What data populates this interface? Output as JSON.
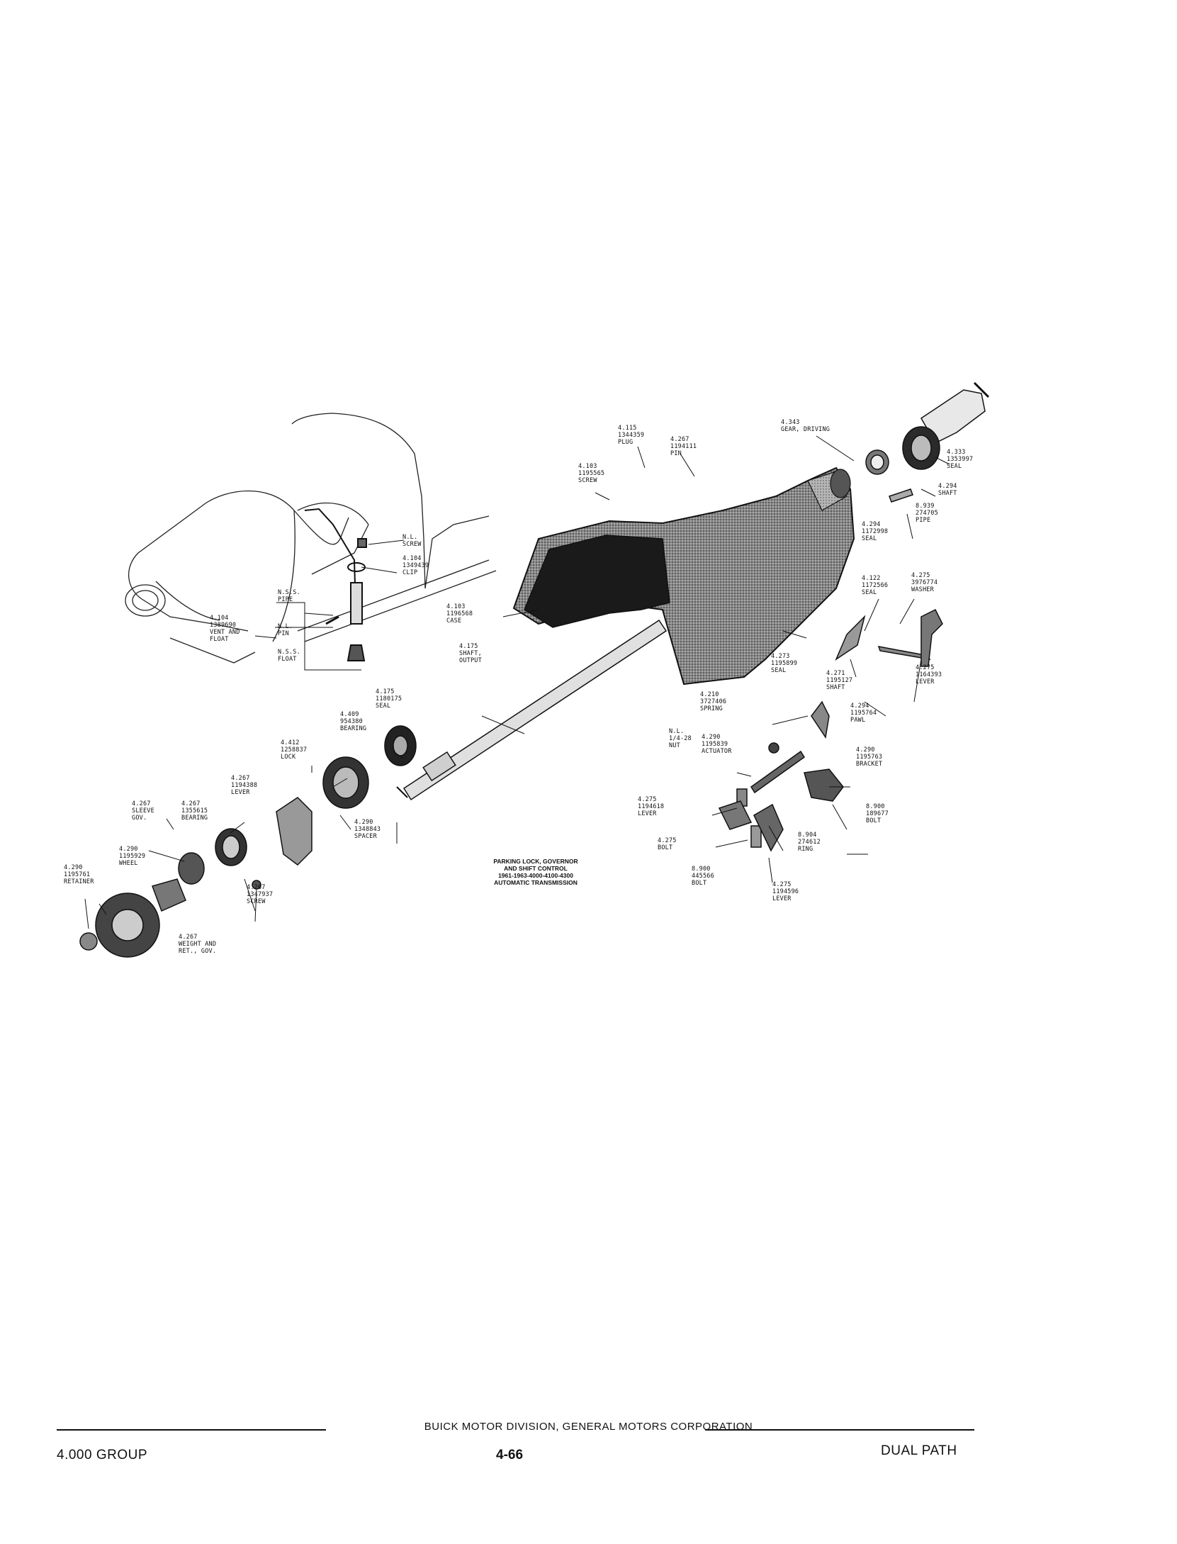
{
  "page": {
    "caption": [
      "PARKING LOCK, GOVERNOR",
      "AND SHIFT CONTROL",
      "1961-1963-4000-4100-4300",
      "AUTOMATIC TRANSMISSION"
    ],
    "footer": {
      "title": "BUICK MOTOR DIVISION, GENERAL MOTORS CORPORATION",
      "left": "4.000 GROUP",
      "center": "4-66",
      "right": "DUAL PATH"
    }
  },
  "callouts": [
    {
      "id": "nl-screw",
      "lines": [
        "N.L.",
        "SCREW"
      ]
    },
    {
      "id": "clip",
      "lines": [
        "4.104",
        "1349439",
        "CLIP"
      ]
    },
    {
      "id": "nss-pipe",
      "lines": [
        "N.S.S.",
        "PIPE"
      ]
    },
    {
      "id": "vent-float",
      "lines": [
        "4.104",
        "1389690",
        "VENT AND",
        "FLOAT"
      ]
    },
    {
      "id": "nl-pin",
      "lines": [
        "N.L.",
        "PIN"
      ]
    },
    {
      "id": "nss-float",
      "lines": [
        "N.S.S.",
        "FLOAT"
      ]
    },
    {
      "id": "plug",
      "lines": [
        "4.115",
        "1344359",
        "PLUG"
      ]
    },
    {
      "id": "pin",
      "lines": [
        "4.267",
        "1194111",
        "PIN"
      ]
    },
    {
      "id": "screw-case",
      "lines": [
        "4.103",
        "1195565",
        "SCREW"
      ]
    },
    {
      "id": "case",
      "lines": [
        "4.103",
        "1196568",
        "CASE"
      ]
    },
    {
      "id": "gear-driving",
      "lines": [
        "4.343",
        "GEAR, DRIVING"
      ]
    },
    {
      "id": "seal-rear",
      "lines": [
        "4.333",
        "1353997",
        "SEAL"
      ]
    },
    {
      "id": "shaft-upper",
      "lines": [
        "4.294",
        "SHAFT"
      ]
    },
    {
      "id": "pipe-rear",
      "lines": [
        "8.939",
        "274705",
        "PIPE"
      ]
    },
    {
      "id": "seal-1172998",
      "lines": [
        "4.294",
        "1172998",
        "SEAL"
      ]
    },
    {
      "id": "seal-1172566",
      "lines": [
        "4.122",
        "1172566",
        "SEAL"
      ]
    },
    {
      "id": "washer",
      "lines": [
        "4.275",
        "3976774",
        "WASHER"
      ]
    },
    {
      "id": "seal-1195899",
      "lines": [
        "4.273",
        "1195899",
        "SEAL"
      ]
    },
    {
      "id": "shaft-1195127",
      "lines": [
        "4.271",
        "1195127",
        "SHAFT"
      ]
    },
    {
      "id": "lever-1164393",
      "lines": [
        "4.275",
        "1164393",
        "LEVER"
      ]
    },
    {
      "id": "shaft-output",
      "lines": [
        "4.175",
        "SHAFT,",
        "OUTPUT"
      ]
    },
    {
      "id": "seal-1180175",
      "lines": [
        "4.175",
        "1180175",
        "SEAL"
      ]
    },
    {
      "id": "bearing-954380",
      "lines": [
        "4.409",
        "954380",
        "BEARING"
      ]
    },
    {
      "id": "spring",
      "lines": [
        "4.210",
        "3727406",
        "SPRING"
      ]
    },
    {
      "id": "pawl",
      "lines": [
        "4.294",
        "1195764",
        "PAWL"
      ]
    },
    {
      "id": "actuator",
      "lines": [
        "4.290",
        "1195839",
        "ACTUATOR"
      ]
    },
    {
      "id": "bracket",
      "lines": [
        "4.290",
        "1195763",
        "BRACKET"
      ]
    },
    {
      "id": "nut",
      "lines": [
        "N.L.",
        "1/4-28",
        "NUT"
      ]
    },
    {
      "id": "lock",
      "lines": [
        "4.412",
        "1258837",
        "LOCK"
      ]
    },
    {
      "id": "lever-1194388",
      "lines": [
        "4.267",
        "1194388",
        "LEVER"
      ]
    },
    {
      "id": "sleeve-gov",
      "lines": [
        "4.267",
        "SLEEVE",
        "GOV."
      ]
    },
    {
      "id": "bearing-1355615",
      "lines": [
        "4.267",
        "1355615",
        "BEARING"
      ]
    },
    {
      "id": "spacer",
      "lines": [
        "4.290",
        "1348843",
        "SPACER"
      ]
    },
    {
      "id": "wheel",
      "lines": [
        "4.290",
        "1195929",
        "WHEEL"
      ]
    },
    {
      "id": "retainer",
      "lines": [
        "4.290",
        "1195761",
        "RETAINER"
      ]
    },
    {
      "id": "screw-1347937",
      "lines": [
        "4.267",
        "1347937",
        "SCREW"
      ]
    },
    {
      "id": "weight-ret-gov",
      "lines": [
        "4.267",
        "WEIGHT AND",
        "RET., GOV."
      ]
    },
    {
      "id": "lever-1194618",
      "lines": [
        "4.275",
        "1194618",
        "LEVER"
      ]
    },
    {
      "id": "bolt-4275",
      "lines": [
        "4.275",
        "BOLT"
      ]
    },
    {
      "id": "ring",
      "lines": [
        "8.904",
        "274612",
        "RING"
      ]
    },
    {
      "id": "bolt-189677",
      "lines": [
        "8.900",
        "189677",
        "BOLT"
      ]
    },
    {
      "id": "bolt-445566",
      "lines": [
        "8.900",
        "445566",
        "BOLT"
      ]
    },
    {
      "id": "lever-1194596",
      "lines": [
        "4.275",
        "1194596",
        "LEVER"
      ]
    }
  ]
}
